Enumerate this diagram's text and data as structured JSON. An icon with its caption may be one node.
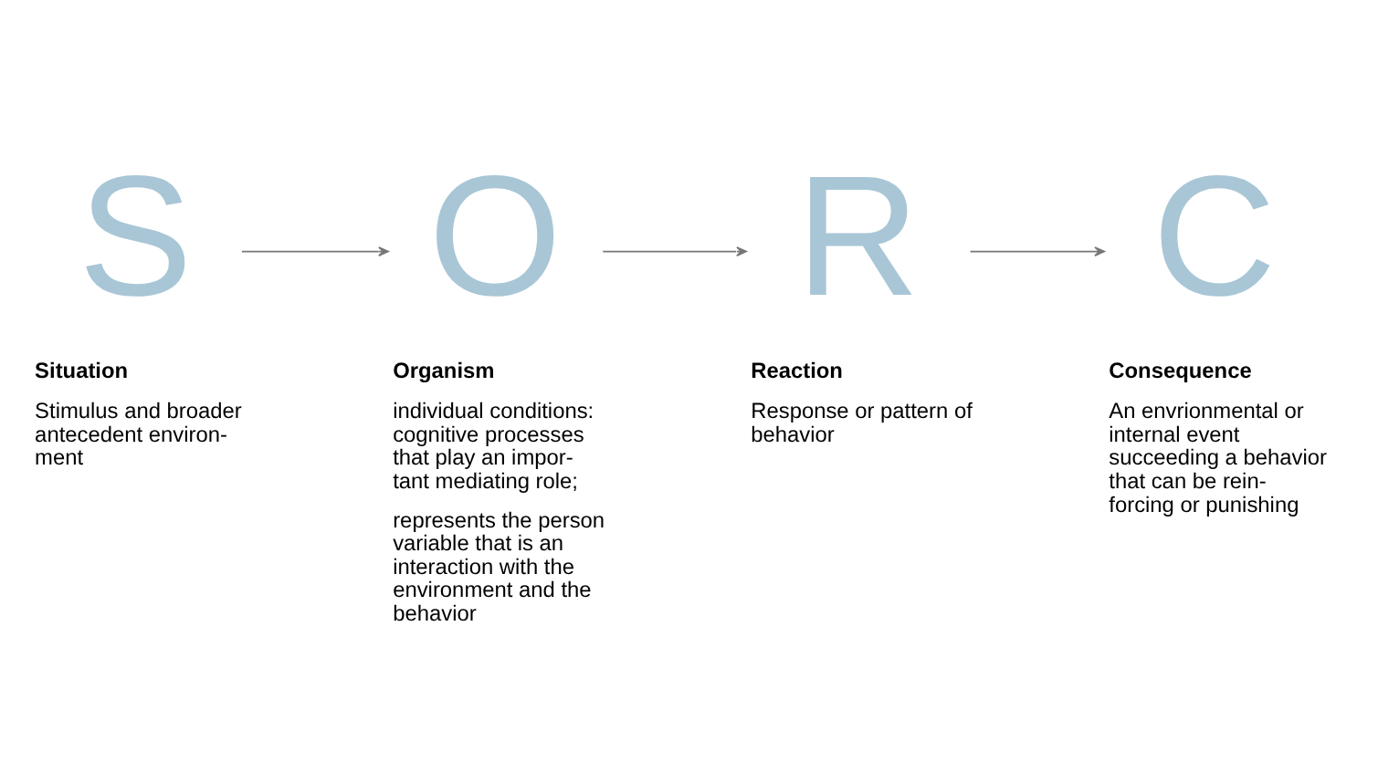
{
  "diagram": {
    "nodes": [
      {
        "text": [
          "S"
        ],
        "beside": [
          "Situation",
          "Stimulus and broader antecedent environ- ment"
        ]
      },
      {
        "text": [
          "O"
        ],
        "beside": [
          "Organism",
          "individual conditions: cognitive processes that play an impor- tant mediating role;",
          "represents the person variable that is an interaction with the environment and the behavior"
        ]
      },
      {
        "text": [
          "R"
        ],
        "beside": [
          "Reaction",
          "Response or pattern of behavior"
        ]
      },
      {
        "text": [
          "C"
        ],
        "beside": [
          "Consequence",
          "An envrionmental or internal event succeeding a behavior that can be rein- forcing or punishing"
        ]
      }
    ],
    "edges": [
      {
        "from": 0,
        "to": 1,
        "arrow": "to"
      },
      {
        "from": 1,
        "to": 2,
        "arrow": "to"
      },
      {
        "from": 2,
        "to": 3,
        "arrow": "to"
      }
    ]
  }
}
